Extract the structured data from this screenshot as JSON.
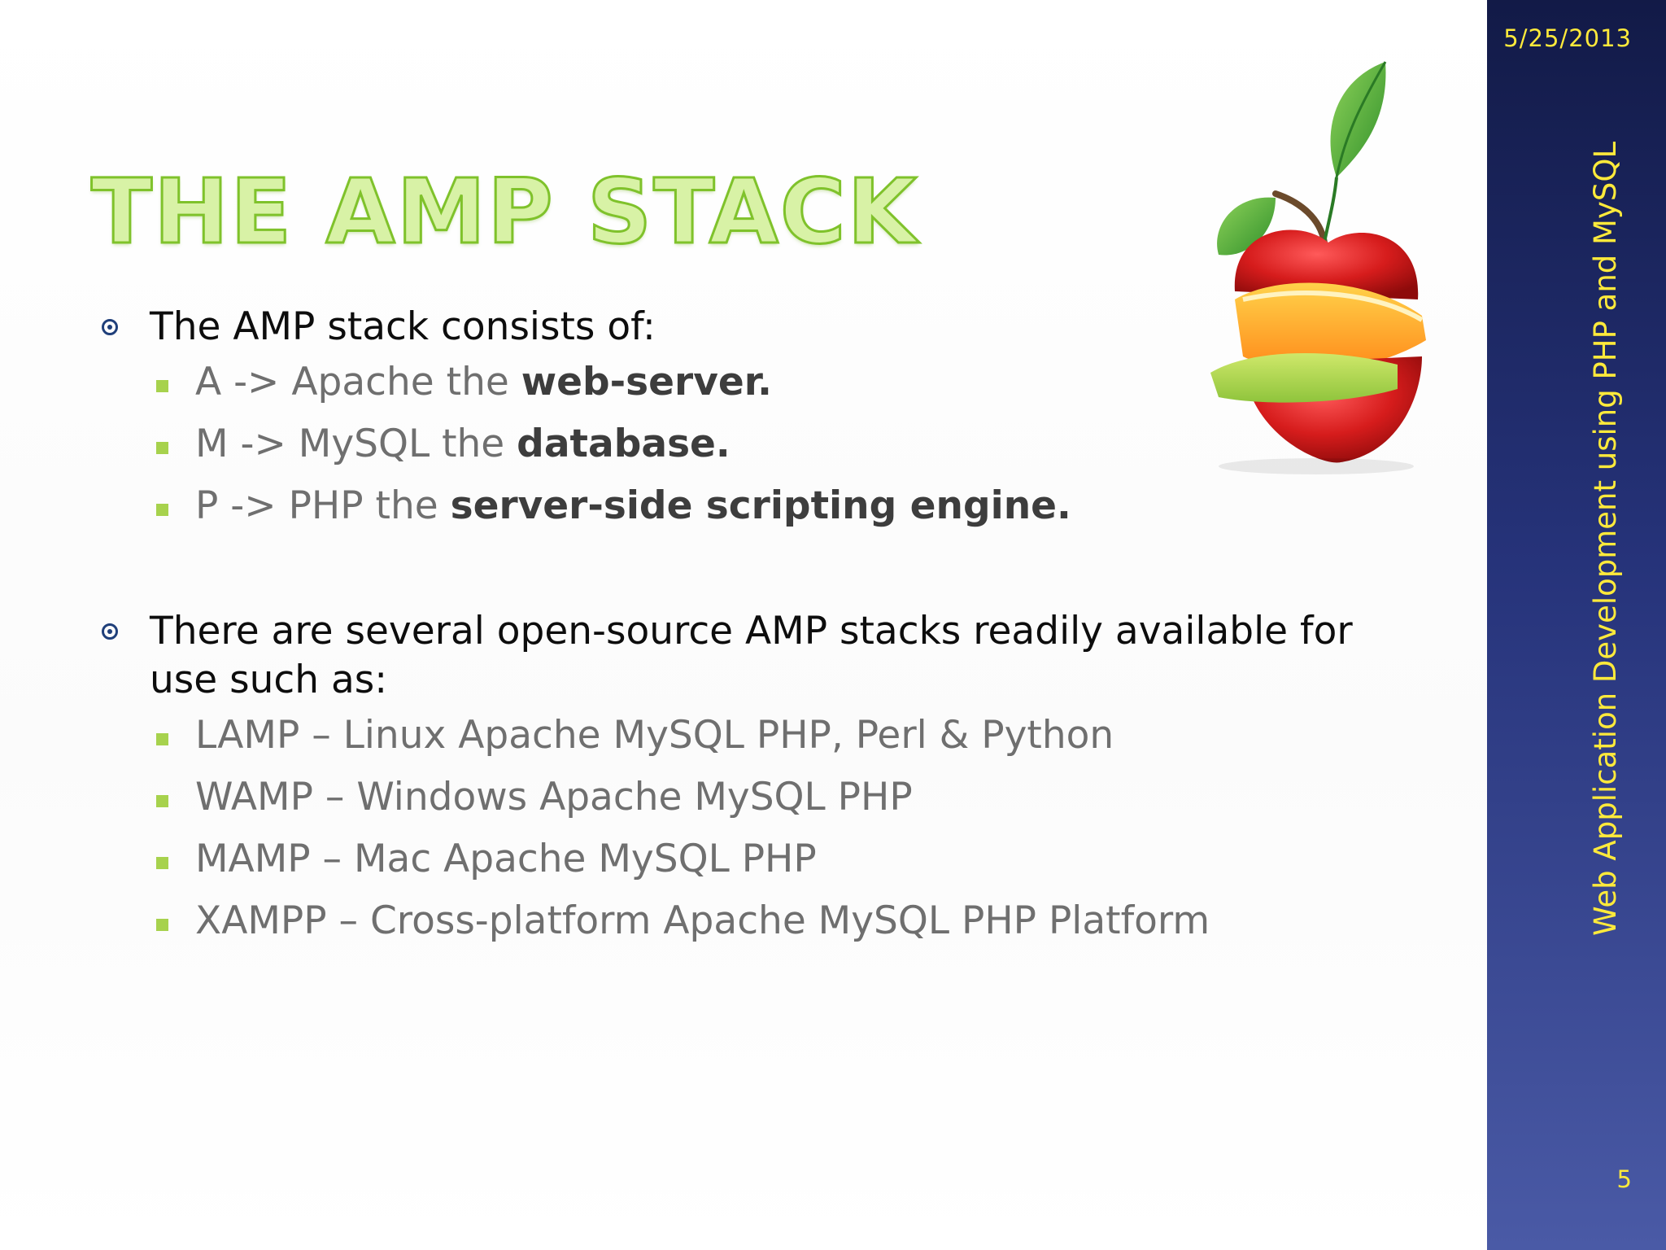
{
  "header": {
    "date": "5/25/2013"
  },
  "sidebar": {
    "course_title": "Web Application Development using PHP and MySQL",
    "page_number": "5"
  },
  "slide": {
    "title": "THE AMP STACK",
    "bullet1": {
      "text": "The AMP stack consists of:",
      "items": [
        {
          "plain": "A -> Apache the ",
          "bold": "web-server."
        },
        {
          "plain": "M -> MySQL the ",
          "bold": "database."
        },
        {
          "plain": "P -> PHP the ",
          "bold": "server-side scripting engine."
        }
      ]
    },
    "bullet2": {
      "text_line1": "There are several open-source AMP stacks readily available for",
      "text_line2": "use such as:",
      "items": [
        "LAMP – Linux Apache MySQL PHP, Perl & Python",
        "WAMP – Windows Apache MySQL PHP",
        "MAMP – Mac Apache MySQL PHP",
        "XAMPP – Cross-platform Apache MySQL PHP Platform"
      ]
    }
  },
  "image": {
    "icon": "apple-citrus-stack-icon"
  },
  "colors": {
    "accent_green": "#a7d24d",
    "title_outline": "#7fc22b",
    "sidebar_text": "#ffea3b",
    "sidebar_top": "#121a47",
    "sidebar_bottom": "#4a5aa6",
    "bullet_blue": "#1f3f7a"
  }
}
